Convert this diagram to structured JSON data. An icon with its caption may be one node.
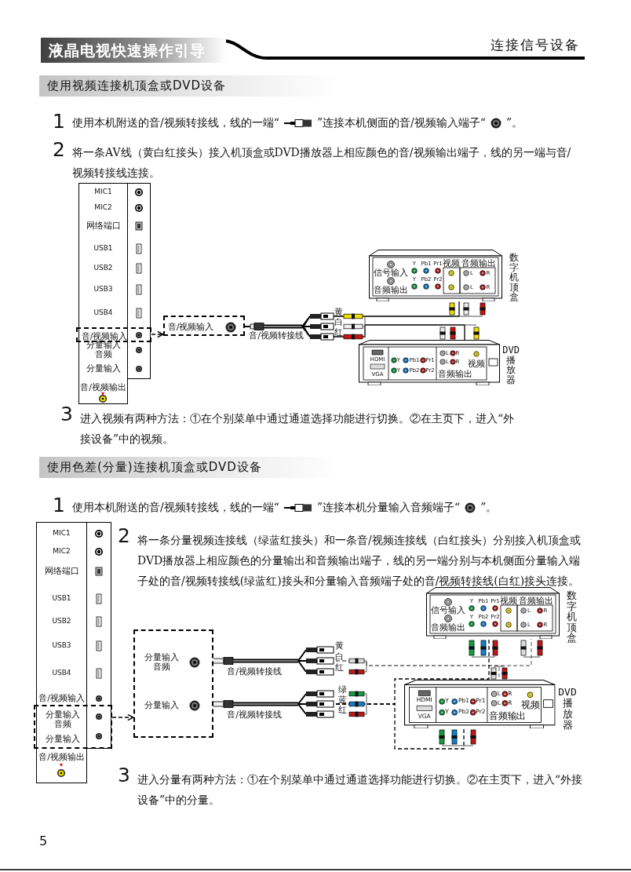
{
  "diagram": {
    "title": "液晶电视快速操作引导",
    "nodes": [
      {
        "text": [
          "MIC1",
          "MIC2",
          "网络端口",
          "USB1",
          "USB2",
          "USB3",
          "USB4",
          "分量输入音频",
          "分量输入",
          "音/视频输出"
        ]
      },
      {
        "text": [
          "音/视频输入"
        ]
      },
      {
        "text": [
          "音/视频输入"
        ]
      },
      {
        "text": [
          "信号输入",
          "音频输出",
          "Y",
          "Pb1",
          "Pr1",
          "Y",
          "Pb2",
          "Pr2",
          "视频",
          "音频输出",
          "L",
          "R",
          "L",
          "R"
        ],
        "beside": [
          "数字机顶盒"
        ]
      },
      {
        "text": [
          "HDMI",
          "VGA",
          "Y",
          "Pb1",
          "Pr1",
          "Y",
          "Pb2",
          "Pr2",
          "L",
          "R",
          "L",
          "R",
          "视频",
          "音频输出"
        ],
        "beside": [
          "DVD播放器"
        ]
      },
      {
        "text": [
          "MIC1",
          "MIC2",
          "网络端口",
          "USB1",
          "USB2",
          "USB3",
          "USB4",
          "音/视频输入",
          "音/视频输出"
        ]
      },
      {
        "text": [
          "分量输入音频",
          "分量输入"
        ]
      },
      {
        "text": [],
        "shape": "box"
      },
      {
        "text": [
          "分量输入音频"
        ],
        "in": 7
      },
      {
        "text": [
          "分量输入"
        ],
        "in": 7
      },
      {
        "text": [
          "信号输入",
          "音频输出",
          "Y",
          "Pb1",
          "Pr1",
          "Y",
          "Pb2",
          "Pr2",
          "视频",
          "音频输出",
          "L",
          "R",
          "L",
          "R"
        ],
        "beside": [
          "数字机顶盒"
        ]
      },
      {
        "text": [
          "HDMI",
          "VGA",
          "Y",
          "Pb1",
          "Pr1",
          "Y",
          "Pb2",
          "Pr2",
          "L",
          "R",
          "L",
          "R",
          "视频",
          "音频输出"
        ],
        "beside": [
          "DVD播放器"
        ]
      }
    ],
    "edges": [
      {
        "from": 1,
        "to": 2,
        "arrow": "to",
        "style": "dashed"
      },
      {
        "from": 2,
        "to": 3,
        "arrow": "none",
        "label": "音/视频转接线"
      },
      {
        "from": 2,
        "to": 4,
        "arrow": "none"
      },
      {
        "from": 6,
        "to": 7,
        "arrow": "to",
        "style": "dashed"
      },
      {
        "from": 8,
        "to": 10,
        "arrow": "none",
        "label": "音/视频转接线",
        "style": "dashed",
        "color": "#808080"
      },
      {
        "from": 8,
        "to": 11,
        "arrow": "none",
        "style": "dashed",
        "color": "#808080"
      },
      {
        "from": 9,
        "to": 10,
        "arrow": "none",
        "label": "音/视频转接线",
        "style": "dashed"
      },
      {
        "from": 9,
        "to": 11,
        "arrow": "none",
        "style": "dashed"
      }
    ],
    "labels": [
      "连接信号设备",
      "使用视频连接机顶盒或DVD设备",
      "1",
      "使用本机附送的音/视频转接线，线的一端“",
      "”连接本机侧面的音/视频输入端子“",
      "”。",
      "2",
      "将一条AV线（黄白红接头）接入机顶盒或DVD播放器上相应颜色的音/视频输出端子，线的另一端与音/视频转接线连接。",
      "黄",
      "白",
      "红",
      "3",
      "进入视频有两种方法：①在个别菜单中通过通道选择功能进行切换。②在主页下，进入“外接设备”中的视频。",
      "使用色差(分量)连接机顶盒或DVD设备",
      "1",
      "使用本机附送的音/视频转接线，线的一端“",
      "”连接本机分量输入音频端子“",
      "”。",
      "2",
      "将一条分量视频连接线（绿蓝红接头）和一条音/视频连接线（白红接头）分别接入机顶盒或DVD播放器上相应颜色的分量输出和音频输出端子，线的另一端分别与本机侧面分量输入端子处的音/视频转接线(绿蓝红)接头和分量输入音频端子处的音/视频转接线(白红)接头连接。",
      "黄",
      "白",
      "红",
      "绿",
      "蓝",
      "红",
      "3",
      "进入分量有两种方法：①在个别菜单中通过通道选择功能进行切换。②在主页下，进入“外接设备”中的分量。",
      "5"
    ]
  }
}
